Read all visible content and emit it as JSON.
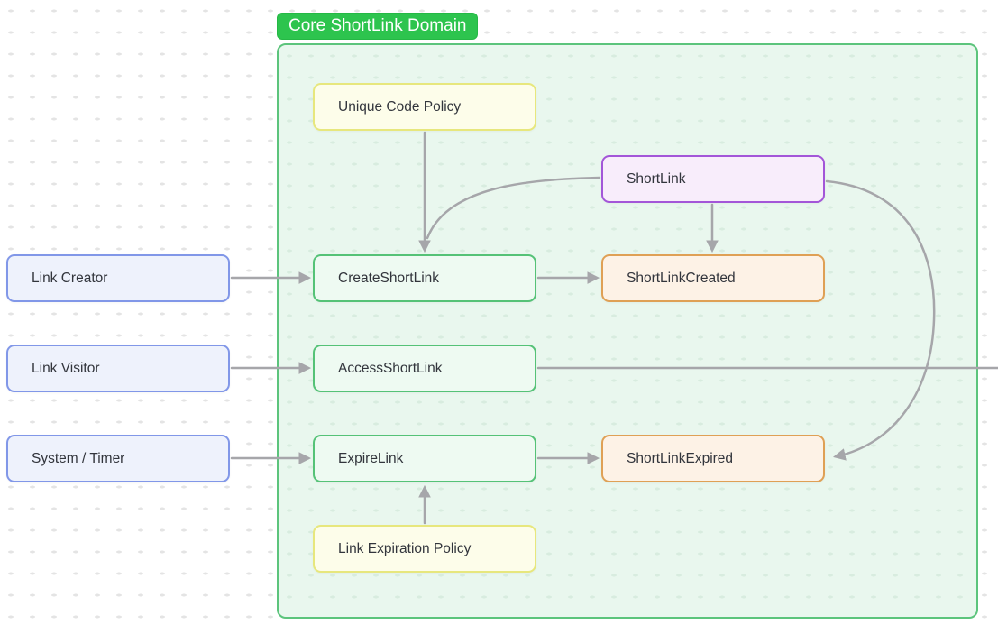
{
  "diagram": {
    "badge": "Core ShortLink Domain",
    "nodes": {
      "link_creator": {
        "label": "Link Creator",
        "type": "actor"
      },
      "link_visitor": {
        "label": "Link Visitor",
        "type": "actor"
      },
      "system_timer": {
        "label": "System / Timer",
        "type": "actor"
      },
      "unique_code_policy": {
        "label": "Unique Code Policy",
        "type": "policy"
      },
      "shortlink": {
        "label": "ShortLink",
        "type": "aggregate"
      },
      "create_shortlink": {
        "label": "CreateShortLink",
        "type": "command"
      },
      "shortlink_created": {
        "label": "ShortLinkCreated",
        "type": "event"
      },
      "access_shortlink": {
        "label": "AccessShortLink",
        "type": "command"
      },
      "expire_link": {
        "label": "ExpireLink",
        "type": "command"
      },
      "shortlink_expired": {
        "label": "ShortLinkExpired",
        "type": "event"
      },
      "link_expiration_policy": {
        "label": "Link Expiration Policy",
        "type": "policy"
      }
    },
    "edges": [
      {
        "from": "link_creator",
        "to": "create_shortlink",
        "arrow": true
      },
      {
        "from": "link_visitor",
        "to": "access_shortlink",
        "arrow": true
      },
      {
        "from": "system_timer",
        "to": "expire_link",
        "arrow": true
      },
      {
        "from": "unique_code_policy",
        "to": "create_shortlink",
        "arrow": true
      },
      {
        "from": "shortlink",
        "to": "create_shortlink",
        "arrow": true
      },
      {
        "from": "shortlink",
        "to": "shortlink_created",
        "arrow": true
      },
      {
        "from": "shortlink",
        "to": "shortlink_expired",
        "arrow": true
      },
      {
        "from": "create_shortlink",
        "to": "shortlink_created",
        "arrow": true
      },
      {
        "from": "expire_link",
        "to": "shortlink_expired",
        "arrow": true
      },
      {
        "from": "access_shortlink",
        "to": "offscreen-right",
        "arrow": false
      },
      {
        "from": "link_expiration_policy",
        "to": "expire_link",
        "arrow": true
      }
    ],
    "colors": {
      "badge_bg": "#2dc44e",
      "container_border": "#5cc47c",
      "container_fill": "#e9f7ee",
      "actor_border": "#8197e8",
      "actor_fill": "#eef2fc",
      "command_border": "#55c277",
      "command_fill": "#eefaf2",
      "event_border": "#dfa055",
      "event_fill": "#fdf2e6",
      "policy_border": "#e7e77d",
      "policy_fill": "#fdfdea",
      "aggregate_border": "#a356d8",
      "aggregate_fill": "#f8edfb",
      "edge_stroke": "#a6a6aa",
      "node_text": "#32353c"
    }
  }
}
